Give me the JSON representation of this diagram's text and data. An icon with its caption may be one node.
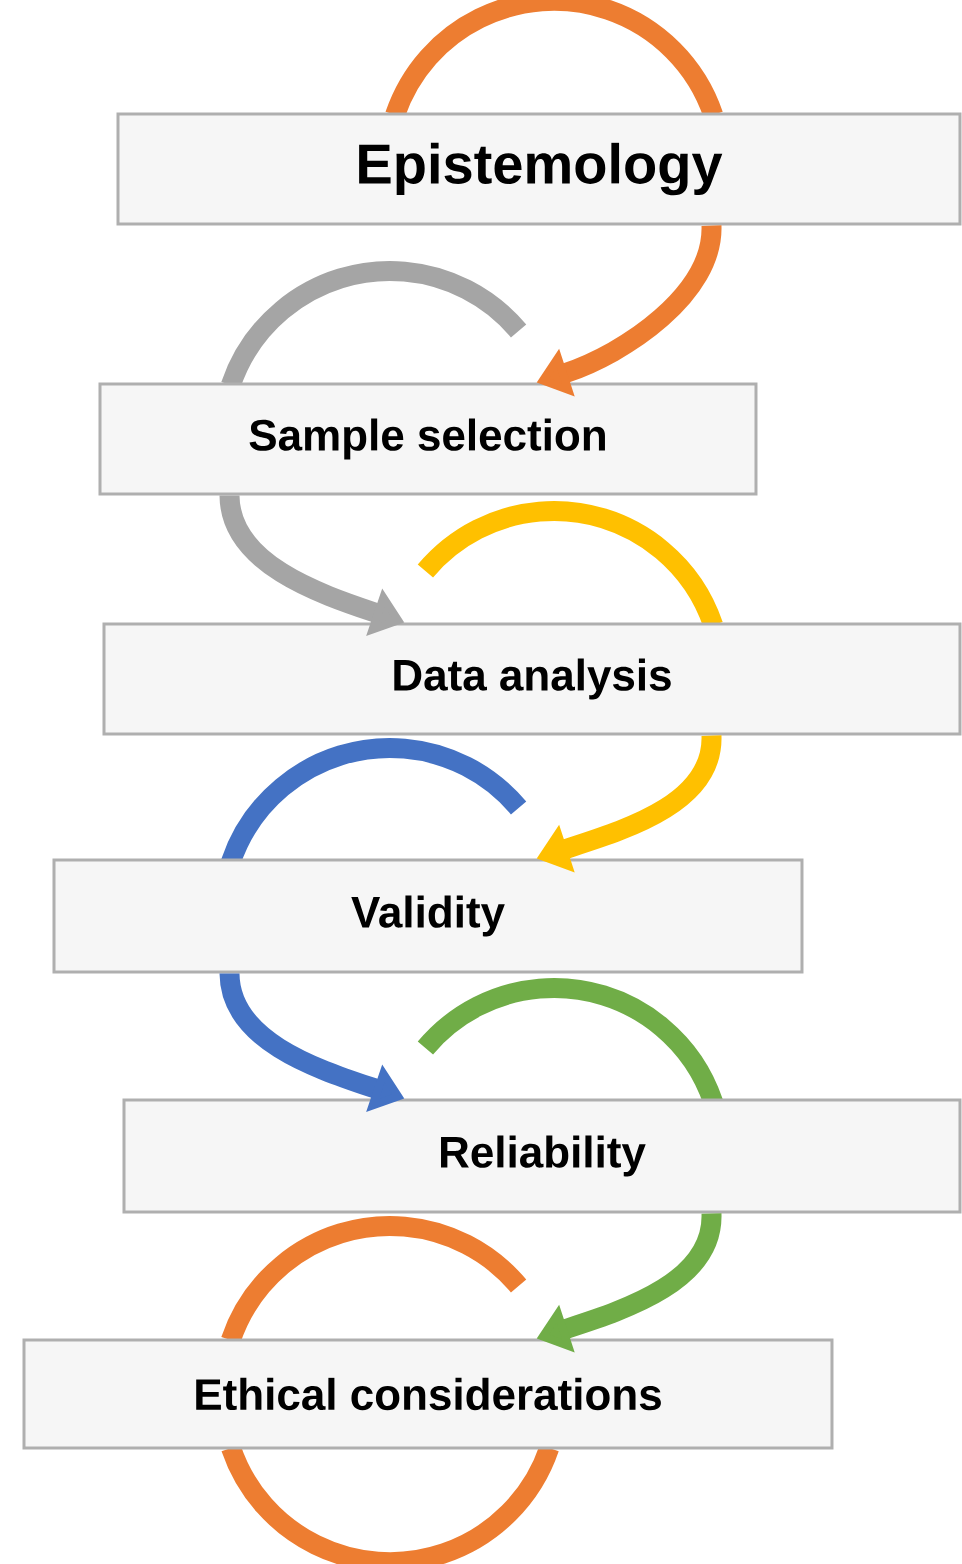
{
  "diagram": {
    "nodes": [
      {
        "text": [
          "Epistemology"
        ]
      },
      {
        "text": [
          "Sample selection"
        ]
      },
      {
        "text": [
          "Data analysis"
        ]
      },
      {
        "text": [
          "Validity"
        ]
      },
      {
        "text": [
          "Reliability"
        ]
      },
      {
        "text": [
          "Ethical considerations"
        ]
      }
    ],
    "edges": [
      {
        "from": 0,
        "to": 1,
        "arrow": "to",
        "color": "#ed7d31"
      },
      {
        "from": 1,
        "to": 2,
        "arrow": "to",
        "color": "#a5a5a5"
      },
      {
        "from": 2,
        "to": 3,
        "arrow": "to",
        "color": "#ffc000"
      },
      {
        "from": 3,
        "to": 4,
        "arrow": "to",
        "color": "#4472c4"
      },
      {
        "from": 4,
        "to": 5,
        "arrow": "to",
        "color": "#70ad47"
      }
    ]
  }
}
